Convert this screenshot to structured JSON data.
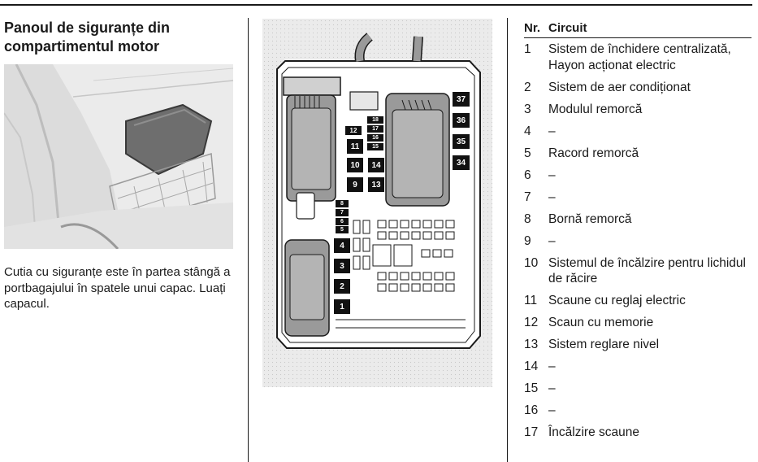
{
  "heading": {
    "line1": "Panoul de siguranțe din",
    "line2": "compartimentul motor"
  },
  "caption": "Cutia cu siguranțe este în partea stângă a portbagajului în spatele unui capac. Luați capacul.",
  "diagram": {
    "fuse_labels": [
      "1",
      "2",
      "3",
      "4",
      "5",
      "6",
      "7",
      "8",
      "9",
      "10",
      "11",
      "12",
      "13",
      "14",
      "15",
      "16",
      "17",
      "18",
      "34",
      "35",
      "36",
      "37"
    ]
  },
  "table": {
    "col_nr": "Nr.",
    "col_circuit": "Circuit",
    "rows": [
      {
        "nr": "1",
        "circuit": "Sistem de închidere centralizată, Hayon acționat electric"
      },
      {
        "nr": "2",
        "circuit": "Sistem de aer condiționat"
      },
      {
        "nr": "3",
        "circuit": "Modulul remorcă"
      },
      {
        "nr": "4",
        "circuit": "–"
      },
      {
        "nr": "5",
        "circuit": "Racord remorcă"
      },
      {
        "nr": "6",
        "circuit": "–"
      },
      {
        "nr": "7",
        "circuit": "–"
      },
      {
        "nr": "8",
        "circuit": "Bornă remorcă"
      },
      {
        "nr": "9",
        "circuit": "–"
      },
      {
        "nr": "10",
        "circuit": "Sistemul de încălzire pentru lichidul de răcire"
      },
      {
        "nr": "11",
        "circuit": "Scaune cu reglaj electric"
      },
      {
        "nr": "12",
        "circuit": "Scaun cu memorie"
      },
      {
        "nr": "13",
        "circuit": "Sistem reglare nivel"
      },
      {
        "nr": "14",
        "circuit": "–"
      },
      {
        "nr": "15",
        "circuit": "–"
      },
      {
        "nr": "16",
        "circuit": "–"
      },
      {
        "nr": "17",
        "circuit": "Încălzire scaune"
      }
    ]
  }
}
